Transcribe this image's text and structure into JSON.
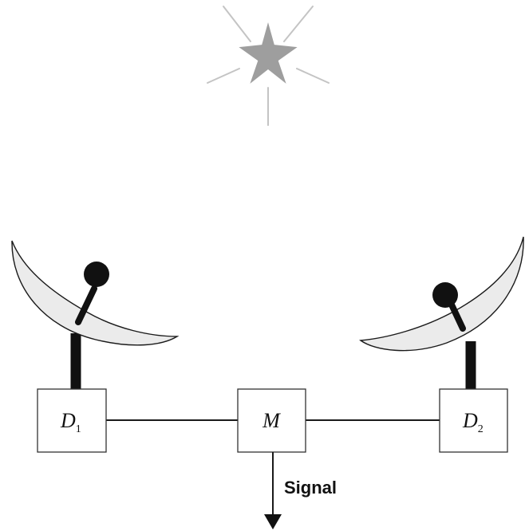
{
  "source": {
    "icon": "star-icon",
    "color": "#9e9e9e",
    "ray_color": "#c4c4c4"
  },
  "antennas": [
    {
      "id": "left",
      "icon": "satellite-dish-icon",
      "dish_color": "#ebebeb"
    },
    {
      "id": "right",
      "icon": "satellite-dish-icon",
      "dish_color": "#ebebeb"
    }
  ],
  "detectors": [
    {
      "symbol": "D",
      "subscript": "1"
    },
    {
      "symbol": "D",
      "subscript": "2"
    }
  ],
  "mixer": {
    "symbol": "M"
  },
  "output": {
    "label": "Signal"
  }
}
